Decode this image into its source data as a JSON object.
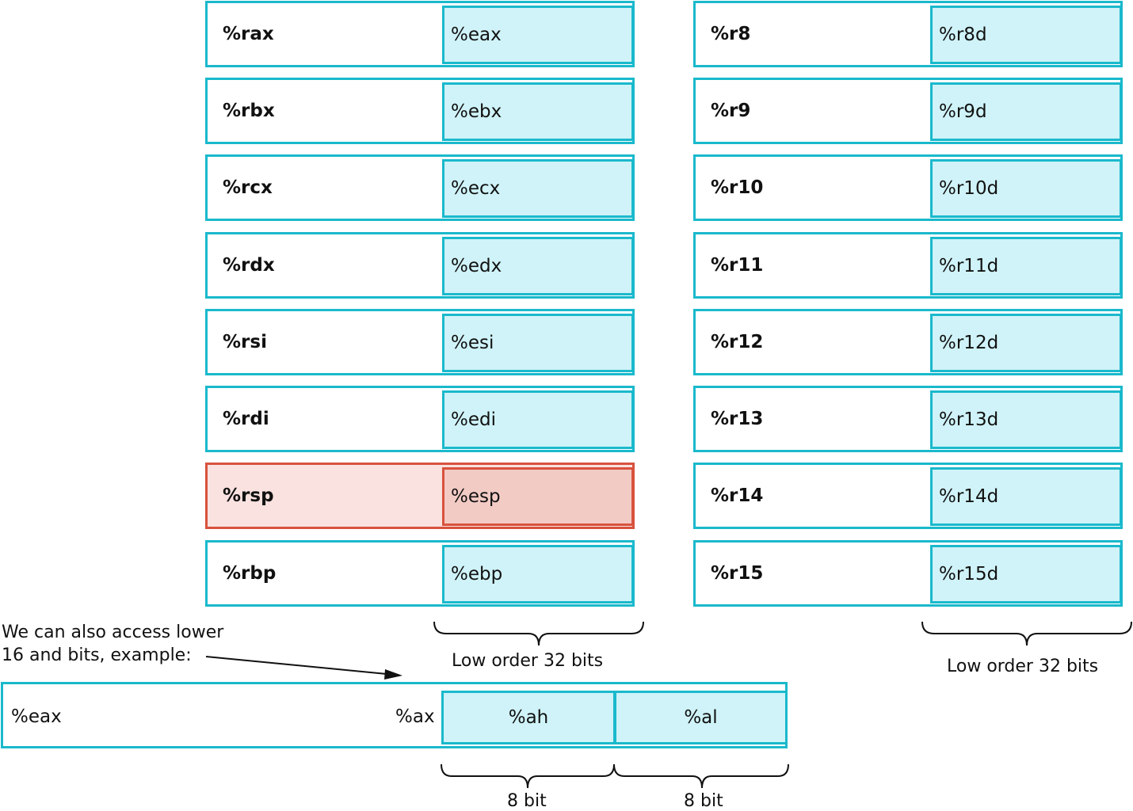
{
  "left_registers": [
    {
      "full": "%rax",
      "low32": "%eax",
      "highlight": false
    },
    {
      "full": "%rbx",
      "low32": "%ebx",
      "highlight": false
    },
    {
      "full": "%rcx",
      "low32": "%ecx",
      "highlight": false
    },
    {
      "full": "%rdx",
      "low32": "%edx",
      "highlight": false
    },
    {
      "full": "%rsi",
      "low32": "%esi",
      "highlight": false
    },
    {
      "full": "%rdi",
      "low32": "%edi",
      "highlight": false
    },
    {
      "full": "%rsp",
      "low32": "%esp",
      "highlight": true
    },
    {
      "full": "%rbp",
      "low32": "%ebp",
      "highlight": false
    }
  ],
  "right_registers": [
    {
      "full": "%r8",
      "low32": "%r8d"
    },
    {
      "full": "%r9",
      "low32": "%r9d"
    },
    {
      "full": "%r10",
      "low32": "%r10d"
    },
    {
      "full": "%r11",
      "low32": "%r11d"
    },
    {
      "full": "%r12",
      "low32": "%r12d"
    },
    {
      "full": "%r13",
      "low32": "%r13d"
    },
    {
      "full": "%r14",
      "low32": "%r14d"
    },
    {
      "full": "%r15",
      "low32": "%r15d"
    }
  ],
  "left_brace_label": "Low order 32 bits",
  "right_brace_label": "Low order 32 bits",
  "note_line1": "We can also access lower",
  "note_line2": "16 and bits, example:",
  "example": {
    "full": "%eax",
    "low16": "%ax",
    "high8": "%ah",
    "low8": "%al",
    "high8_label": "8 bit",
    "low8_label": "8 bit"
  },
  "colors": {
    "border": "#1ab9cc",
    "fill_light": "#cff3f8",
    "highlight_border": "#d8523d",
    "highlight_fill": "#f9e2e0",
    "highlight_low_fill": "#f3cbc5"
  }
}
